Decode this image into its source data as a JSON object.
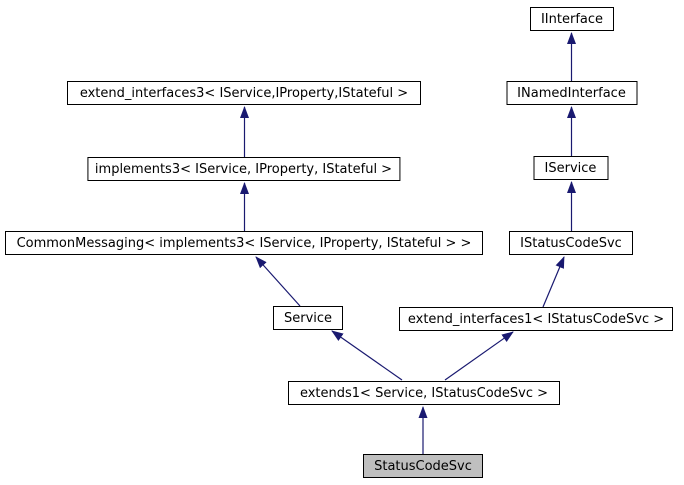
{
  "diagram": {
    "kind": "class-inheritance-graph",
    "selected_node": "StatusCodeSvc",
    "colors": {
      "background": "#ffffff",
      "node_fill": "#ffffff",
      "node_border": "#000000",
      "selected_node_fill": "#bfbfbf",
      "edge": "#191970",
      "text": "#000000"
    },
    "nodes": [
      {
        "id": "iinterface",
        "label": "IInterface"
      },
      {
        "id": "inamedinterface",
        "label": "INamedInterface"
      },
      {
        "id": "extend-interfaces3",
        "label": "extend_interfaces3< IService,IProperty,IStateful >"
      },
      {
        "id": "iservice",
        "label": "IService"
      },
      {
        "id": "implements3",
        "label": "implements3< IService, IProperty, IStateful >"
      },
      {
        "id": "commonmessaging",
        "label": "CommonMessaging< implements3< IService, IProperty, IStateful > >"
      },
      {
        "id": "istatuscodesvc",
        "label": "IStatusCodeSvc"
      },
      {
        "id": "service",
        "label": "Service"
      },
      {
        "id": "extend-interfaces1",
        "label": "extend_interfaces1< IStatusCodeSvc >"
      },
      {
        "id": "extends1",
        "label": "extends1< Service, IStatusCodeSvc >"
      },
      {
        "id": "statuscodesvc",
        "label": "StatusCodeSvc"
      }
    ],
    "edges": [
      {
        "from": "INamedInterface",
        "to": "IInterface"
      },
      {
        "from": "IService",
        "to": "INamedInterface"
      },
      {
        "from": "IStatusCodeSvc",
        "to": "IService"
      },
      {
        "from": "implements3< IService, IProperty, IStateful >",
        "to": "extend_interfaces3< IService,IProperty,IStateful >"
      },
      {
        "from": "CommonMessaging< implements3< IService, IProperty, IStateful > >",
        "to": "implements3< IService, IProperty, IStateful >"
      },
      {
        "from": "Service",
        "to": "CommonMessaging< implements3< IService, IProperty, IStateful > >"
      },
      {
        "from": "extend_interfaces1< IStatusCodeSvc >",
        "to": "IStatusCodeSvc"
      },
      {
        "from": "extends1< Service, IStatusCodeSvc >",
        "to": "Service"
      },
      {
        "from": "extends1< Service, IStatusCodeSvc >",
        "to": "extend_interfaces1< IStatusCodeSvc >"
      },
      {
        "from": "StatusCodeSvc",
        "to": "extends1< Service, IStatusCodeSvc >"
      }
    ]
  }
}
